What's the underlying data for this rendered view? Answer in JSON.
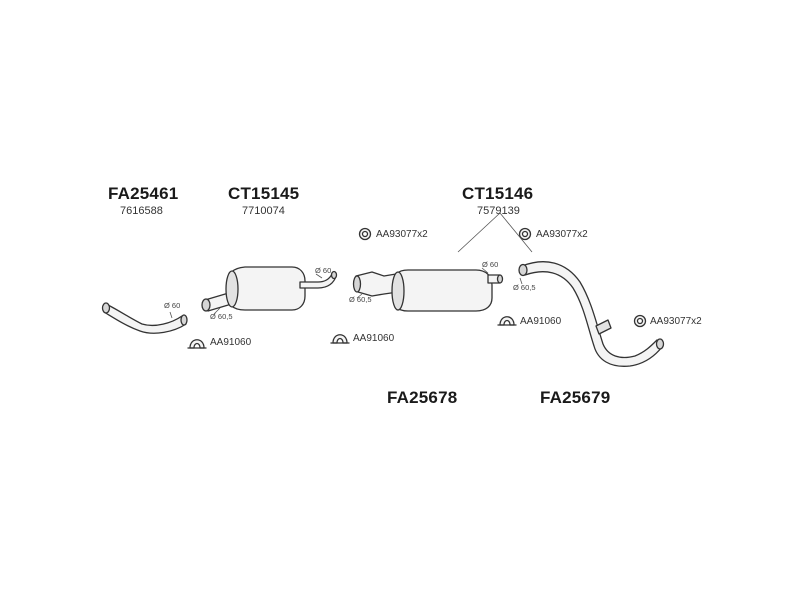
{
  "labels": {
    "fa25461": "FA25461",
    "n7616588": "7616588",
    "ct15145": "CT15145",
    "n7710074": "7710074",
    "ct15146": "CT15146",
    "n7579139": "7579139",
    "fa25678": "FA25678",
    "fa25679": "FA25679",
    "ring_left": "AA93077x2",
    "ring_mid": "AA93077x2",
    "ring_right": "AA93077x2",
    "clamp_1": "AA91060",
    "clamp_2": "AA91060",
    "clamp_3": "AA91060",
    "d60_1": "Ø 60",
    "d60_2": "Ø 60",
    "d605_1": "Ø 60,5",
    "d605_2": "Ø 60,5",
    "d60_3": "Ø 60",
    "d605_3": "Ø 60,5"
  },
  "colors": {
    "line": "#333333",
    "fill": "#f4f4f4",
    "shade": "#d6d6d6"
  }
}
